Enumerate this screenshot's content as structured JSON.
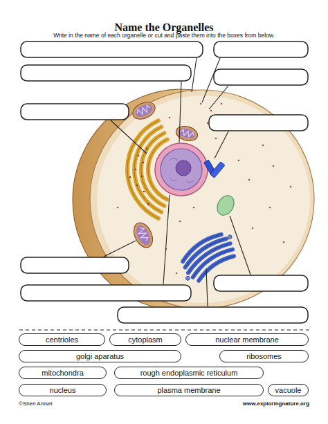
{
  "diagram": {
    "title": "Name the Organelles",
    "nodes": [
      {
        "text": [
          "centrioles"
        ]
      },
      {
        "text": [
          "cytoplasm"
        ]
      },
      {
        "text": [
          "nuclear membrane"
        ]
      },
      {
        "text": [
          "golgi aparatus"
        ]
      },
      {
        "text": [
          "ribosomes"
        ]
      },
      {
        "text": [
          "mitochondra"
        ]
      },
      {
        "text": [
          "rough endoplasmic reticulum"
        ]
      },
      {
        "text": [
          "nucleus"
        ]
      },
      {
        "text": [
          "plasma membrane"
        ]
      },
      {
        "text": [
          "vacuole"
        ]
      }
    ],
    "labels": [
      "Write in the name of each organelle or cut and paste them into the boxes from below.",
      "©Sheri Amsel",
      "www.exploringnature.org"
    ]
  }
}
